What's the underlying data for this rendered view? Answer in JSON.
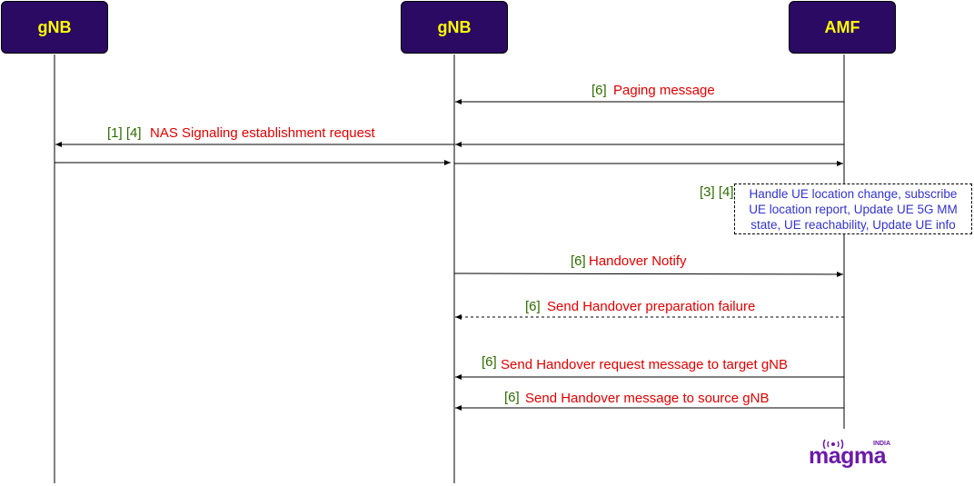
{
  "actors": [
    {
      "label": "gNB"
    },
    {
      "label": "gNB"
    },
    {
      "label": "AMF"
    }
  ],
  "messages": [
    {
      "number": "[6]",
      "label": "Paging message",
      "style": "solid"
    },
    {
      "number": "[1] [4]",
      "label": "NAS Signaling establishment request",
      "style": "solid"
    },
    {
      "number": "",
      "label": "",
      "style": "solid"
    },
    {
      "number": "[6]",
      "label": "Handover Notify",
      "style": "solid"
    },
    {
      "number": "[6]",
      "label": "Send Handover preparation failure",
      "style": "dashed"
    },
    {
      "number": "[6]",
      "label": "Send Handover request message to target gNB",
      "style": "solid"
    },
    {
      "number": "[6]",
      "label": "Send Handover message to source gNB",
      "style": "solid"
    }
  ],
  "note": {
    "number": "[3] [4]",
    "lines": [
      "Handle UE location change, subscribe",
      "UE location report, Update UE 5G MM",
      "state, UE reachability, Update UE info"
    ]
  },
  "logo": {
    "text": "magma",
    "tag": "INDIA"
  },
  "colors": {
    "actor_bg": "#2a0a63",
    "actor_text": "#ffff00",
    "step_number": "#2e6b00",
    "message_label": "#e00000",
    "note_text": "#3333cc",
    "logo": "#6a1aa8"
  }
}
